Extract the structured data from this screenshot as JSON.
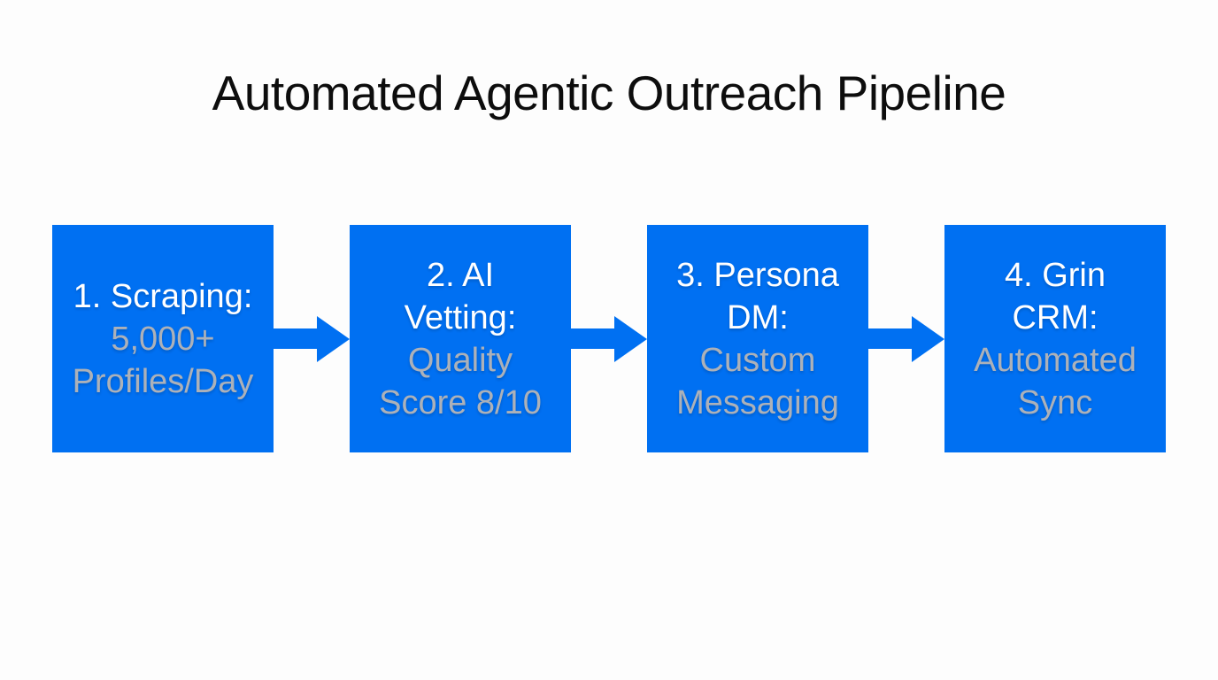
{
  "page": {
    "title": "Automated Agentic Outreach Pipeline"
  },
  "colors": {
    "page_bg": "#fdfdfd",
    "title_text": "#0d0d0d",
    "box_blue": "#0070f2",
    "arrow": "#0070f2",
    "step_label": "#ffffff",
    "step_detail": "#acb1b9"
  },
  "pipeline": {
    "steps": [
      {
        "label": "1. Scraping:",
        "detail": "5,000+\nProfiles/Day"
      },
      {
        "label": "2. AI\nVetting:",
        "detail": "Quality\nScore 8/10"
      },
      {
        "label": "3. Persona\nDM:",
        "detail": "Custom\nMessaging"
      },
      {
        "label": "4. Grin\nCRM:",
        "detail": "Automated\nSync"
      }
    ]
  }
}
